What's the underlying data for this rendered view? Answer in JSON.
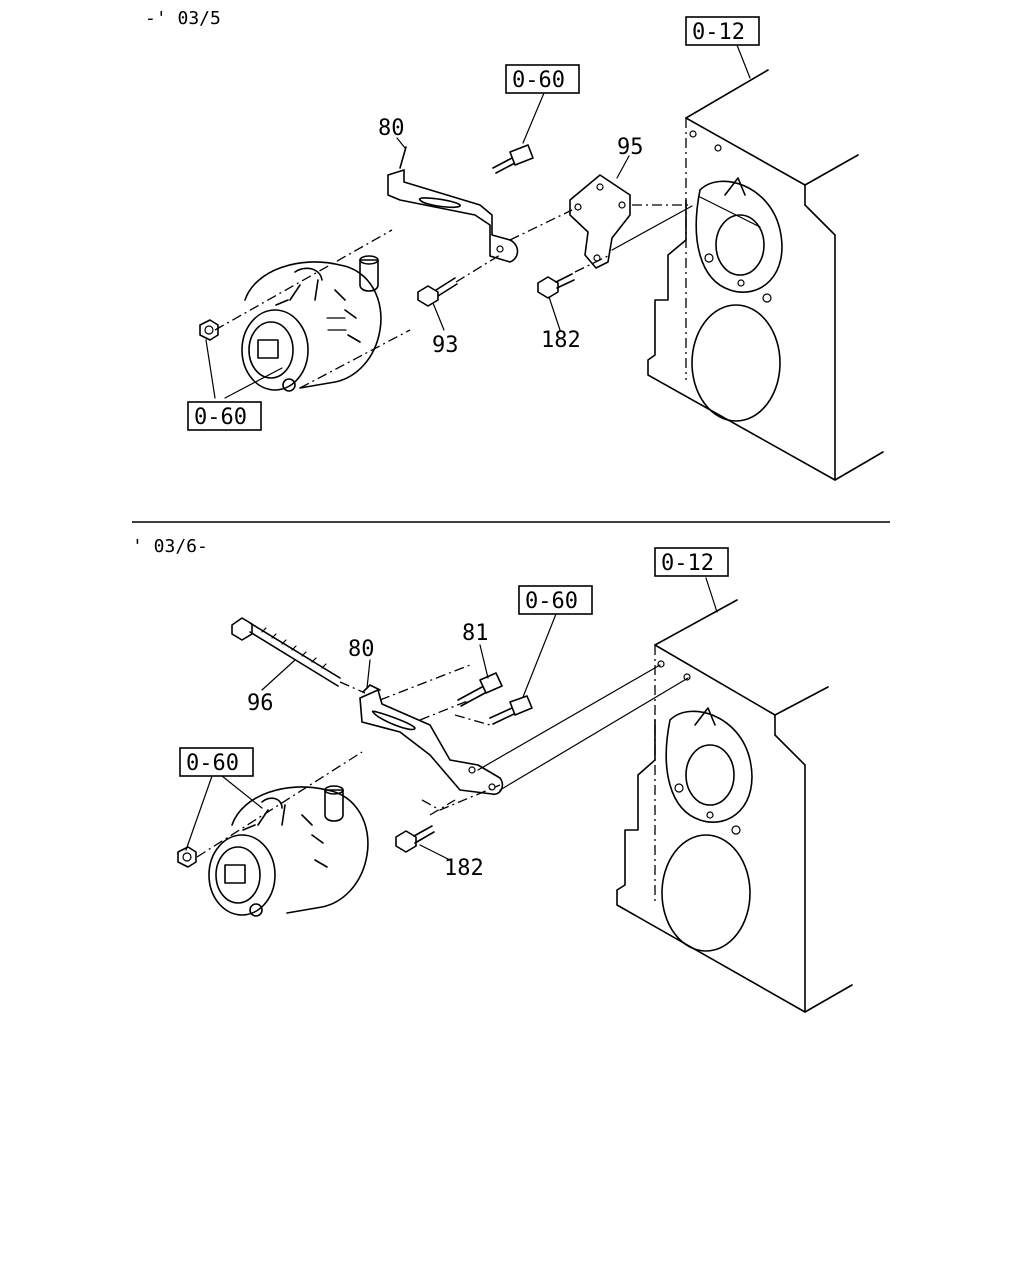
{
  "sections": [
    {
      "period": "-' 03/5",
      "callouts": {
        "ref_engine": "0-12",
        "ref_bolt_top": "0-60",
        "ref_nut": "0-60",
        "part_80": "80",
        "part_95": "95",
        "part_93": "93",
        "part_182": "182"
      }
    },
    {
      "period": "' 03/6-",
      "callouts": {
        "ref_engine": "0-12",
        "ref_bolt_top": "0-60",
        "ref_nut": "0-60",
        "part_80": "80",
        "part_81": "81",
        "part_96": "96",
        "part_182": "182"
      }
    }
  ]
}
